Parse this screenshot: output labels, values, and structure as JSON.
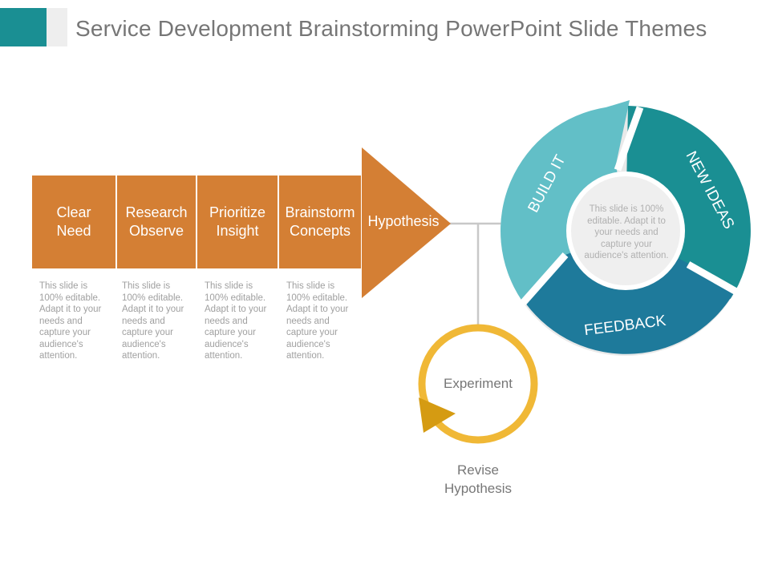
{
  "slide": {
    "title": "Service Development Brainstorming PowerPoint Slide Themes"
  },
  "steps": [
    {
      "line1": "Clear",
      "line2": "Need",
      "description": "This slide is 100% editable. Adapt it to your needs and capture your audience's attention."
    },
    {
      "line1": "Research",
      "line2": "Observe",
      "description": "This slide is 100% editable. Adapt it to your needs and capture your audience's attention."
    },
    {
      "line1": "Prioritize",
      "line2": "Insight",
      "description": "This slide is 100% editable. Adapt it to your needs and capture your audience's attention."
    },
    {
      "line1": "Brainstorm",
      "line2": "Concepts",
      "description": "This slide is 100% editable. Adapt it to your needs and capture your audience's attention."
    }
  ],
  "arrow_head": {
    "label": "Hypothesis"
  },
  "cycle": {
    "segments": [
      "BUILD IT",
      "NEW IDEAS",
      "FEEDBACK"
    ],
    "center_text": "This slide is 100% editable. Adapt it to your needs and capture your audience's attention."
  },
  "experiment": {
    "label": "Experiment",
    "revise_line1": "Revise",
    "revise_line2": "Hypothesis"
  },
  "colors": {
    "orange": "#d47f34",
    "teal_light": "#62bfc7",
    "teal": "#1a8f93",
    "blue": "#1e7a9b",
    "yellow": "#f0b836",
    "connector": "#c8c8c8"
  }
}
